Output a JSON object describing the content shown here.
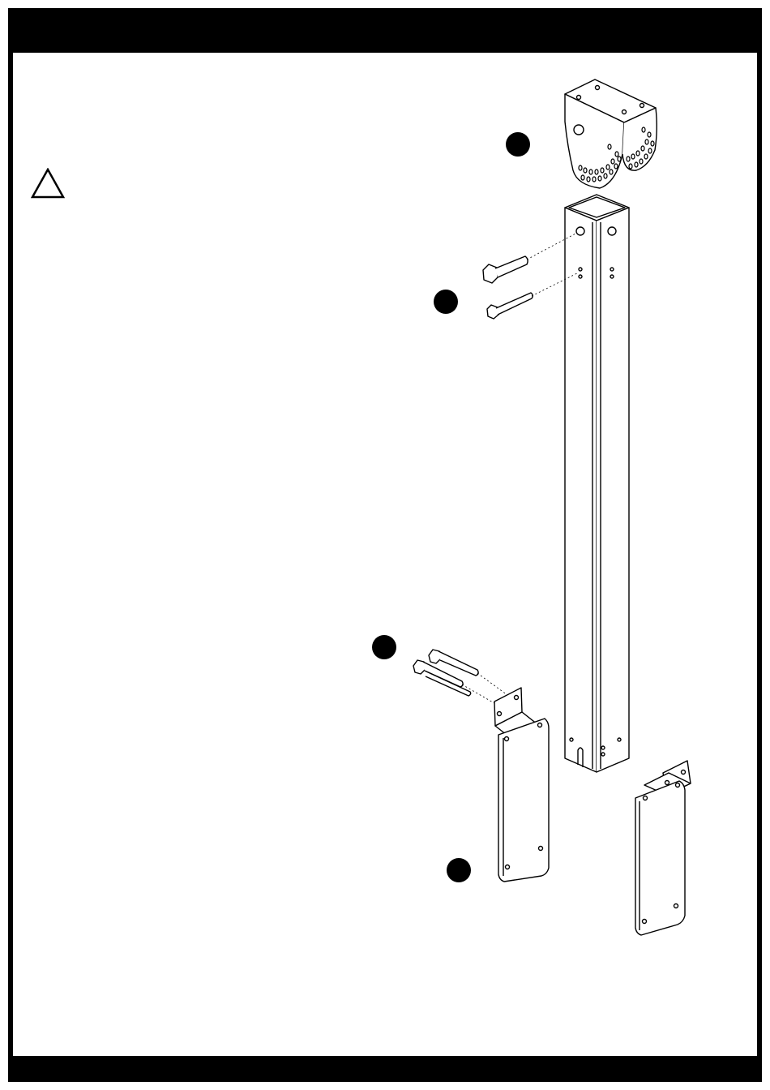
{
  "document": {
    "type": "assembly-instruction-page",
    "header_bar_color": "#000000",
    "footer_bar_color": "#000000"
  },
  "icons": {
    "warning": "warning-triangle-icon",
    "callout": "filled-circle-callout"
  },
  "parts": [
    "top-mount-bracket",
    "square-post",
    "large-hex-bolt",
    "small-hex-bolt",
    "bottom-bolt-pair",
    "front-foot-plate",
    "rear-foot-plate"
  ]
}
